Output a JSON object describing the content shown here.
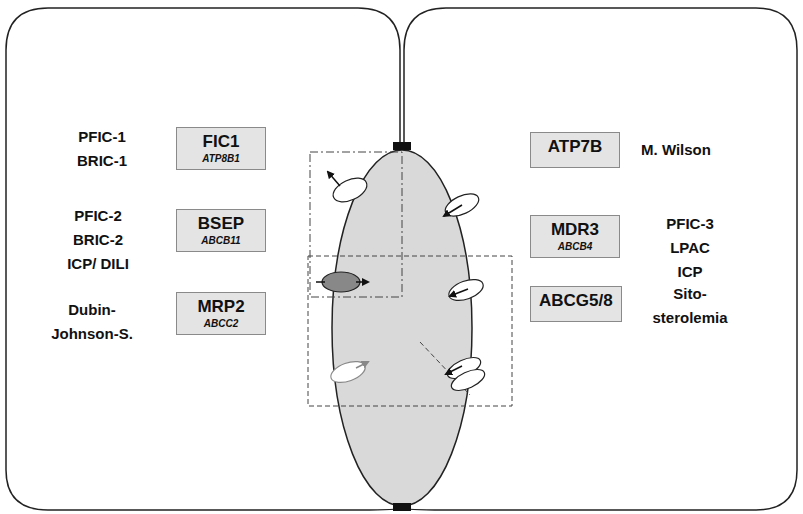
{
  "diagram": {
    "nodes": [
      {
        "text": [
          "FIC1",
          "ATP8B1"
        ]
      },
      {
        "text": [
          "ATP7B"
        ]
      },
      {
        "text": [
          "BSEP",
          "ABCB11"
        ]
      },
      {
        "text": [
          "MDR3",
          "ABCB4"
        ]
      },
      {
        "text": [
          "MRP2",
          "ABCC2"
        ]
      },
      {
        "text": [
          "ABCG5/8"
        ]
      }
    ],
    "labels": [
      "PFIC-1",
      "BRIC-1",
      "M. Wilson",
      "PFIC-2",
      "BRIC-2",
      "ICP/ DILI",
      "PFIC-3",
      "LPAC",
      "ICP",
      "Dubin- Johnson-S.",
      "Sito- sterolemia"
    ]
  }
}
